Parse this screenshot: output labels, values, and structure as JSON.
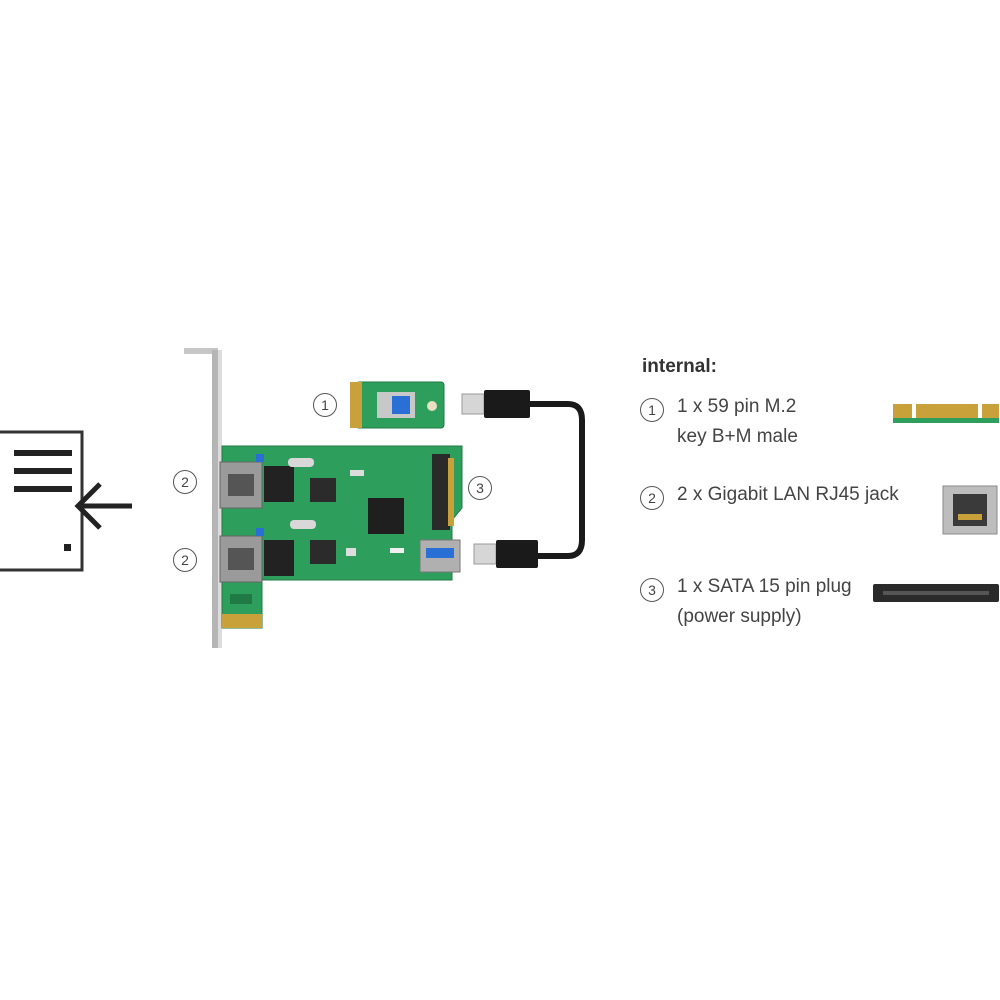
{
  "colors": {
    "pcb_green": "#2e9e5c",
    "pcb_dark": "#1f7a45",
    "gold": "#c9a13a",
    "metal": "#b8b8b8",
    "cable": "#1a1a1a"
  },
  "icons": {
    "pc_slot_icon": "document-with-arrow-icon",
    "m2_icon": "m2-gold-contacts-icon",
    "rj45_icon": "rj45-jack-icon",
    "sata_icon": "sata-plug-icon"
  },
  "callouts": {
    "m2": "1",
    "lan_top": "2",
    "lan_bottom": "2",
    "sata": "3"
  },
  "legend": {
    "title": "internal:",
    "items": [
      {
        "num": "1",
        "line1": "1 x 59 pin M.2",
        "line2": "key B+M male"
      },
      {
        "num": "2",
        "line1": "2 x Gigabit LAN RJ45 jack",
        "line2": ""
      },
      {
        "num": "3",
        "line1": "1 x SATA 15 pin plug",
        "line2": "(power supply)"
      }
    ]
  }
}
